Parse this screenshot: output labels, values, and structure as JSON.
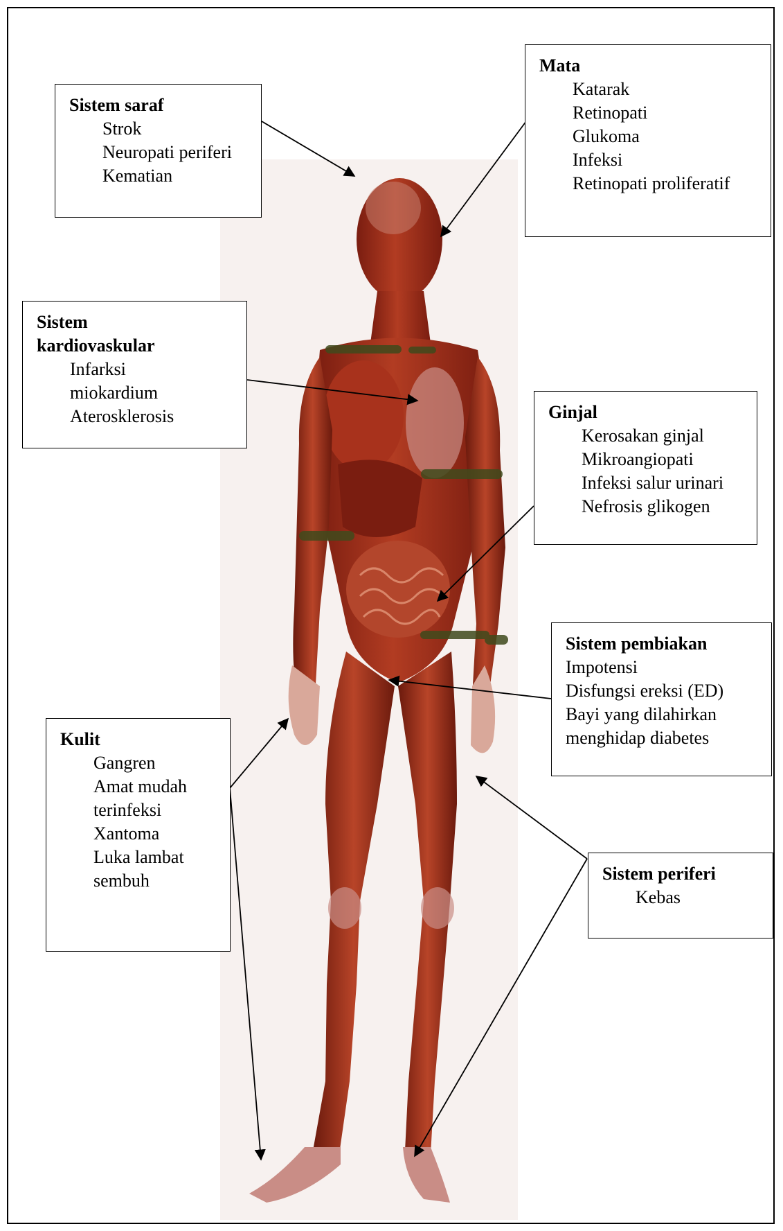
{
  "boxes": {
    "saraf": {
      "title": "Sistem saraf",
      "items": [
        "Strok",
        "Neuropati periferi",
        "Kematian"
      ]
    },
    "mata": {
      "title": "Mata",
      "items": [
        "Katarak",
        "Retinopati",
        "Glukoma",
        "Infeksi",
        "Retinopati proliferatif"
      ]
    },
    "kardio": {
      "title_lines": [
        "Sistem",
        "kardiovaskular"
      ],
      "items": [
        "Infarksi",
        "miokardium",
        "Aterosklerosis"
      ]
    },
    "ginjal": {
      "title": "Ginjal",
      "items": [
        "Kerosakan ginjal",
        "Mikroangiopati",
        "Infeksi salur urinari",
        "Nefrosis glikogen"
      ]
    },
    "pembiakan": {
      "title": "Sistem pembiakan",
      "items": [
        "Impotensi",
        "Disfungsi ereksi (ED)",
        "Bayi yang dilahirkan",
        "menghidap diabetes"
      ]
    },
    "kulit": {
      "title": "Kulit",
      "items": [
        "Gangren",
        "Amat mudah",
        "terinfeksi",
        "Xantoma",
        "Luka lambat",
        "sembuh"
      ]
    },
    "periferi": {
      "title": "Sistem periferi",
      "items": [
        "Kebas"
      ]
    }
  },
  "colors": {
    "muscle": "#9b2a18",
    "muscle_dark": "#6e1a0e",
    "muscle_light": "#c0502e",
    "nerve_green": "#3f4a1c",
    "skin_light": "#d9a89a",
    "background_panel": "#f7f1ef"
  }
}
